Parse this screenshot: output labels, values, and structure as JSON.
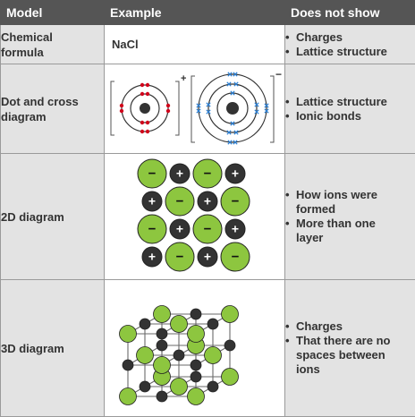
{
  "headers": {
    "model": "Model",
    "example": "Example",
    "does_not_show": "Does not show"
  },
  "rows": [
    {
      "model": "Chemical formula",
      "example": "NaCl",
      "does_not_show": [
        "Charges",
        "Lattice structure"
      ]
    },
    {
      "model": "Dot and cross diagram",
      "example": "",
      "does_not_show": [
        "Lattice structure",
        "Ionic bonds"
      ],
      "cation_charge": "+",
      "anion_charge": "−"
    },
    {
      "model": "2D diagram",
      "example": "",
      "does_not_show": [
        "How ions were formed",
        "More than one layer"
      ],
      "grid_signs": [
        [
          "−",
          "+",
          "−",
          "+"
        ],
        [
          "+",
          "−",
          "+",
          "−"
        ],
        [
          "−",
          "+",
          "−",
          "+"
        ],
        [
          "+",
          "−",
          "+",
          "−"
        ]
      ]
    },
    {
      "model": "3D diagram",
      "example": "",
      "does_not_show": [
        "Charges",
        "That there are no spaces between ions"
      ]
    }
  ],
  "colors": {
    "header_bg": "#555555",
    "cell_grey": "#e3e3e3",
    "chloride_green": "#8dc63f",
    "sodium_dark": "#333333",
    "electron_red": "#d0021b",
    "electron_blue": "#2a7fd4"
  }
}
